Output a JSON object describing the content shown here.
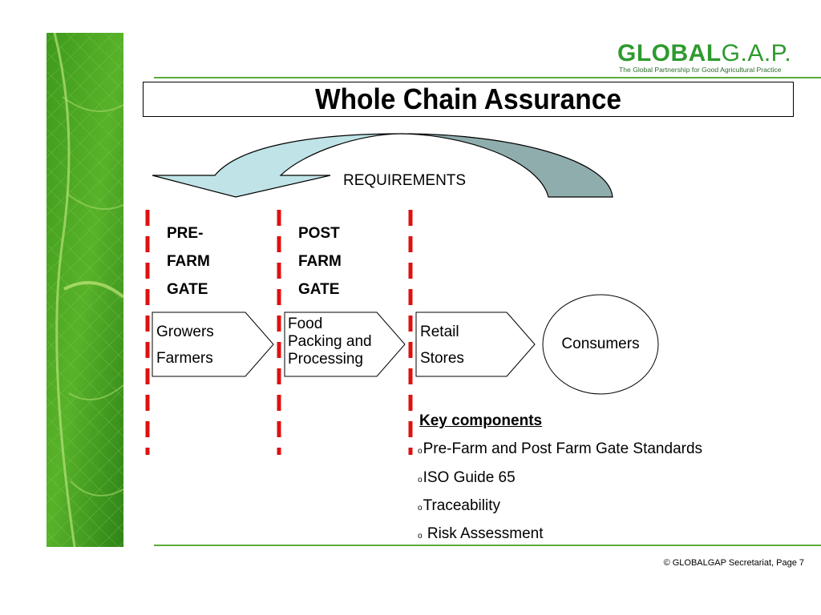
{
  "logo": {
    "brand_bold": "GLOBAL",
    "brand_light": "G.A.P.",
    "tagline": "The Global Partnership for Good Agricultural Practice"
  },
  "title": "Whole Chain Assurance",
  "requirements_label": "REQUIREMENTS",
  "gates": {
    "pre_farm": [
      "PRE-",
      "FARM",
      "GATE"
    ],
    "post_farm": [
      "POST",
      "FARM",
      "GATE"
    ]
  },
  "stages": {
    "growers": [
      "Growers",
      "Farmers"
    ],
    "food": [
      "Food",
      "Packing and",
      "Processing"
    ],
    "retail": [
      "Retail",
      "Stores"
    ],
    "consumers": "Consumers"
  },
  "key_components": {
    "title": "Key components",
    "bullet": "o",
    "items": [
      "Pre-Farm and Post Farm Gate Standards",
      "ISO Guide 65",
      "Traceability",
      " Risk Assessment"
    ]
  },
  "footer": "© GLOBALGAP Secretariat, Page 7",
  "colors": {
    "brand_green": "#2e9a2e",
    "rule_green": "#5cab3a",
    "arrow_light": "#bfe3e6",
    "arrow_dark": "#8fadad",
    "gate_line": "#e01010"
  }
}
